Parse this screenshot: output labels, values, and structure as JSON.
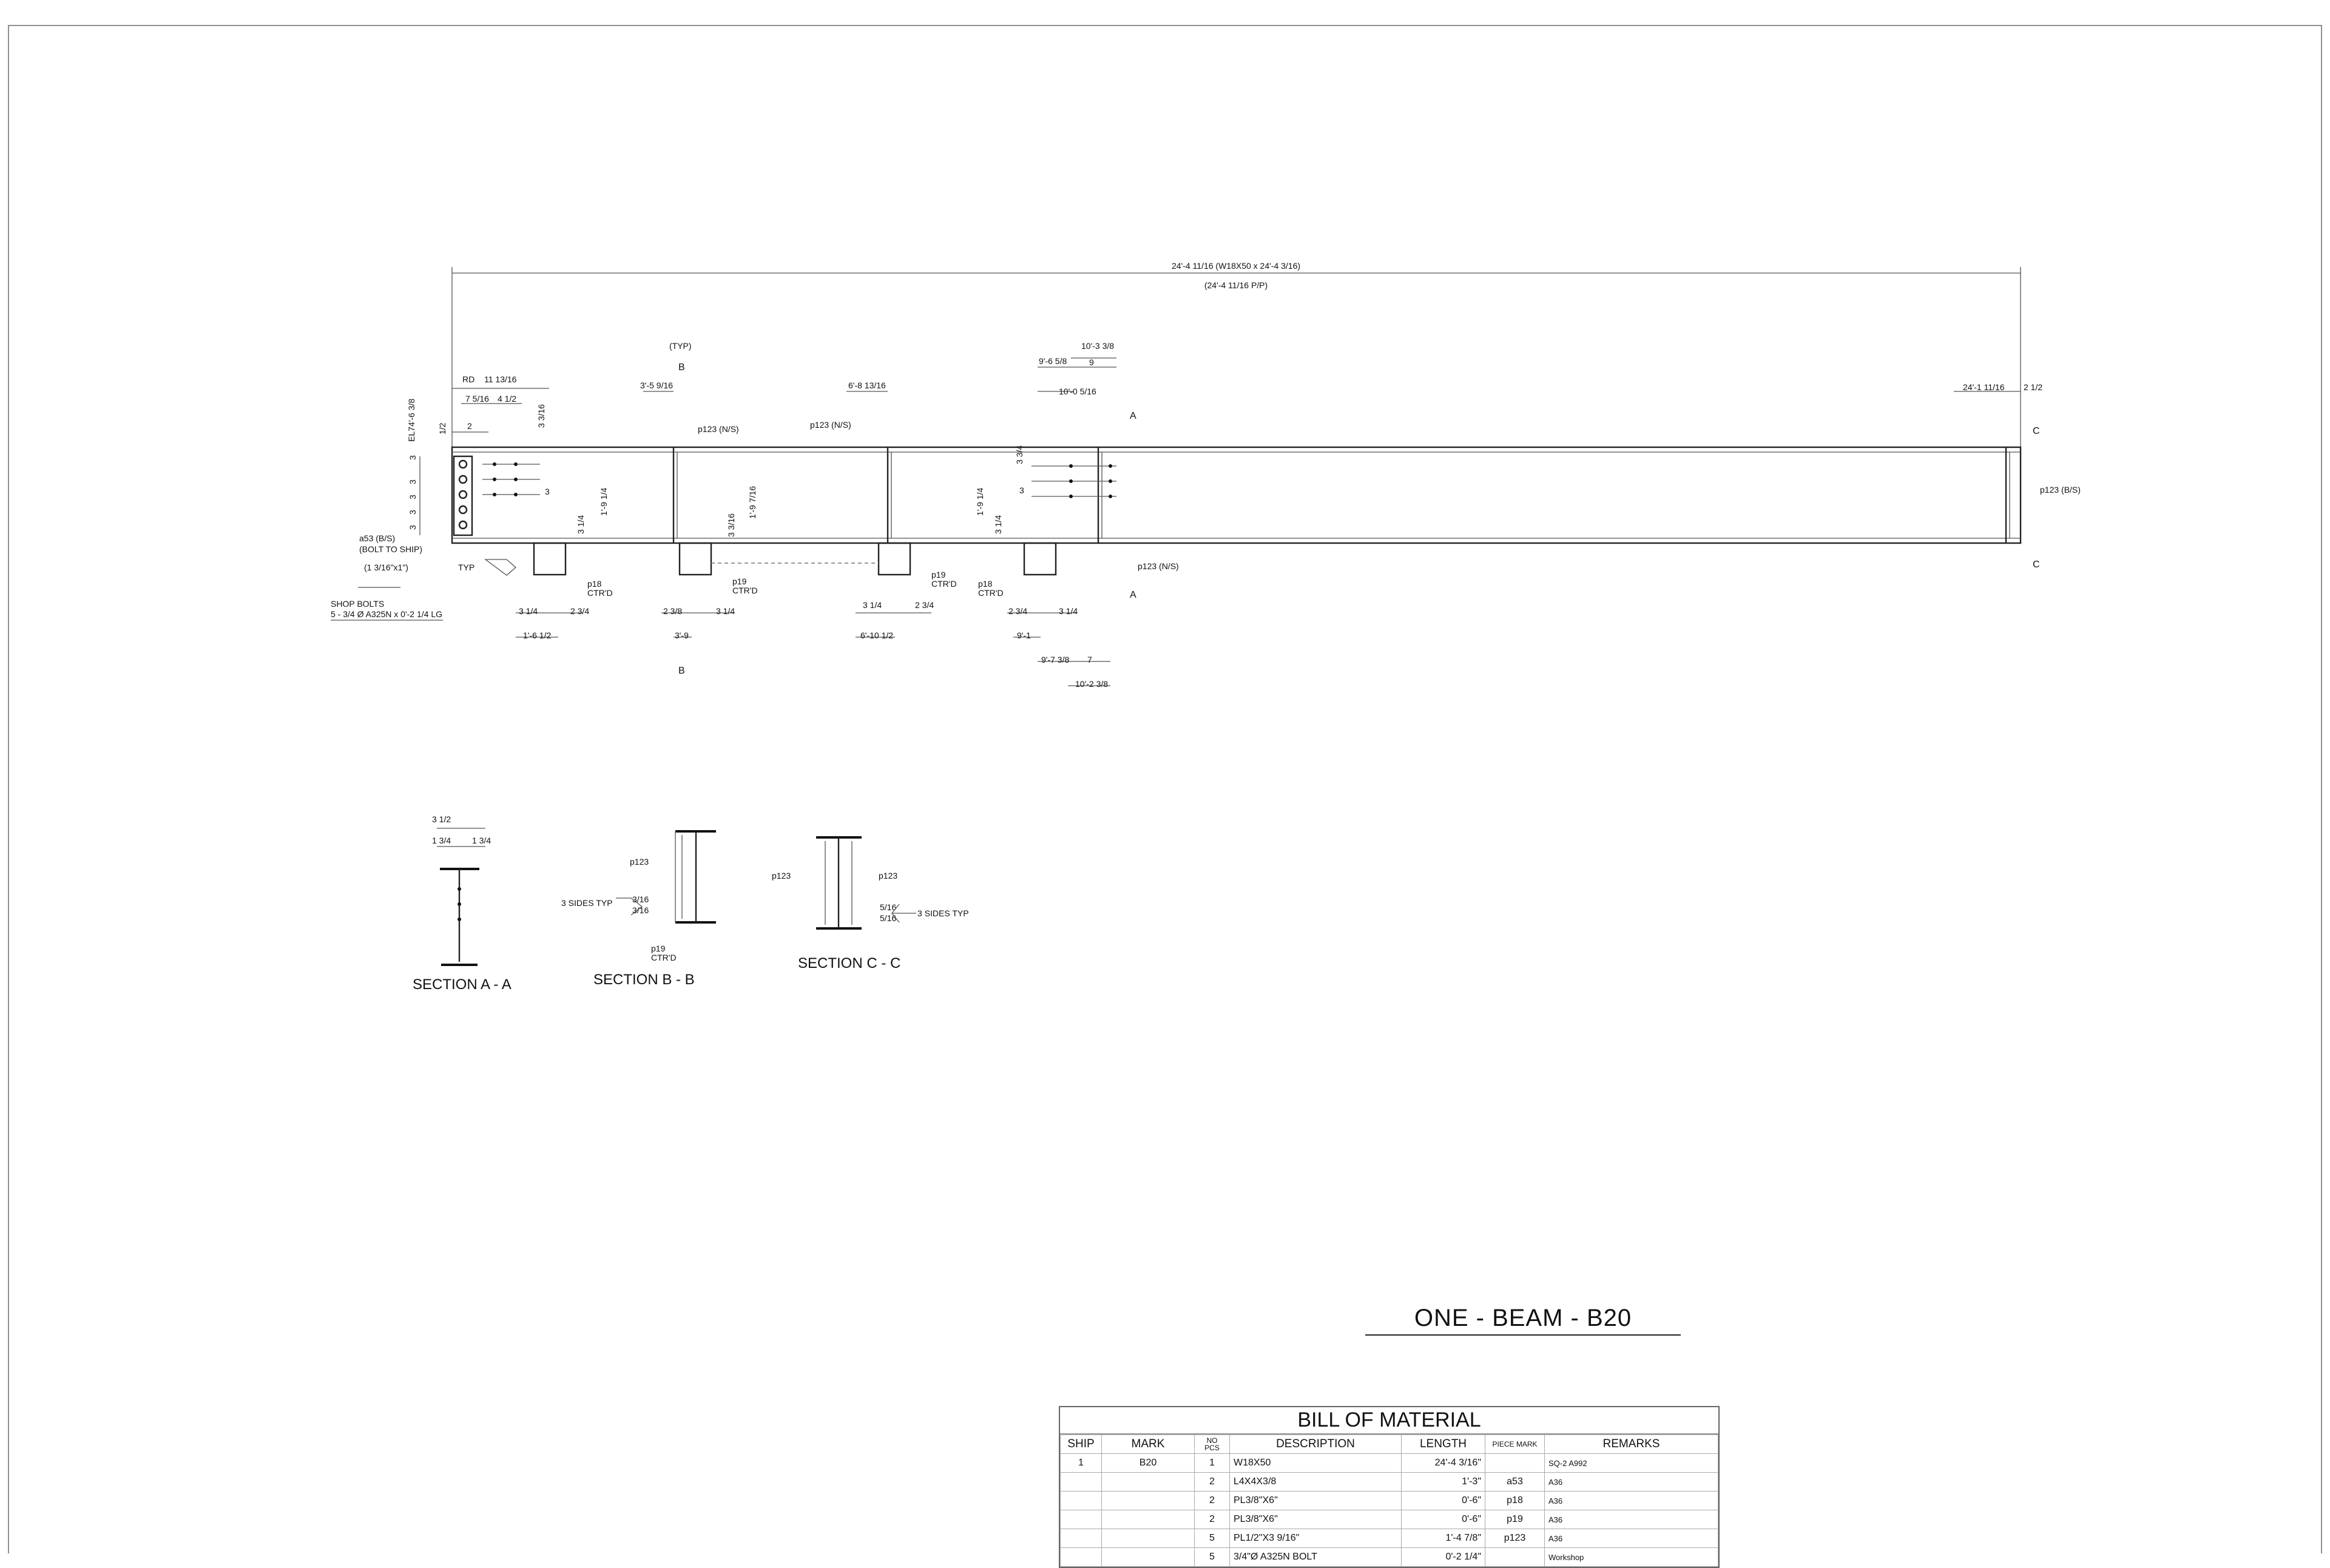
{
  "drawing": {
    "overall_dim": "24'-4 11/16 (W18X50 x 24'-4 3/16)",
    "overall_pp": "(24'-4 11/16 P/P)",
    "typ_note": "(TYP)",
    "dims_top": [
      "RD",
      "11 13/16",
      "7 5/16",
      "4 1/2",
      "2",
      "3 3/16",
      "1/2",
      "EL74'-6 3/8",
      "3'-5 9/16",
      "6'-8 13/16",
      "9'-6 5/8",
      "10'-3 3/8",
      "9",
      "10'-0 5/16",
      "24'-1 11/16",
      "2 1/2"
    ],
    "dims_left": [
      "3",
      "3",
      "3",
      "3",
      "3"
    ],
    "dims_bottom": [
      "3 1/4",
      "2 3/4",
      "1'-6 1/2",
      "2 3/8",
      "3 1/4",
      "3'-9",
      "3 1/4",
      "2 3/4",
      "6'-10 1/2",
      "2 3/4",
      "3 1/4",
      "9'-1",
      "9'-7 3/8",
      "7",
      "10'-2 3/8"
    ],
    "dims_vert": [
      "3 1/4",
      "1'-9 1/4",
      "3 3/16",
      "1'-9 7/16",
      "3 3/4",
      "3",
      "3 1/4",
      "1'-9 1/4",
      "3"
    ],
    "labels": {
      "p123_ns_1": "p123 (N/S)",
      "p123_ns_2": "p123 (N/S)",
      "p123_ns_3": "p123 (N/S)",
      "p123_bs": "p123 (B/S)",
      "a53_1": "a53 (B/S)",
      "a53_2": "(BOLT TO SHIP)",
      "angle": "(1 3/16\"x1\")",
      "shop_bolts_1": "SHOP BOLTS",
      "shop_bolts_2": "5 - 3/4 Ø A325N x 0'-2 1/4 LG",
      "typ": "TYP",
      "p18": "p18",
      "p19": "p19",
      "ctrd": "CTR'D"
    },
    "section_markers": [
      "B",
      "B",
      "A",
      "A",
      "C",
      "C"
    ],
    "sections": {
      "aa": {
        "title": "SECTION A - A",
        "dims": [
          "3 1/2",
          "1 3/4",
          "1 3/4"
        ]
      },
      "bb": {
        "title": "SECTION B - B",
        "p123": "p123",
        "weld": "3 SIDES TYP",
        "w1": "3/16",
        "w2": "3/16",
        "p19": "p19",
        "ctrd": "CTR'D"
      },
      "cc": {
        "title": "SECTION C - C",
        "p123a": "p123",
        "p123b": "p123",
        "w1": "5/16",
        "w2": "5/16",
        "weld": "3 SIDES TYP"
      }
    }
  },
  "title": "ONE - BEAM - B20",
  "bom": {
    "title": "BILL OF MATERIAL",
    "headers": [
      "SHIP",
      "MARK",
      "NO PCS",
      "DESCRIPTION",
      "LENGTH",
      "PIECE MARK",
      "REMARKS"
    ],
    "rows": [
      [
        "1",
        "B20",
        "1",
        "W18X50",
        "24'-4 3/16\"",
        "",
        "SQ-2   A992"
      ],
      [
        "",
        "",
        "2",
        "L4X4X3/8",
        "1'-3\"",
        "a53",
        "A36"
      ],
      [
        "",
        "",
        "2",
        "PL3/8\"X6\"",
        "0'-6\"",
        "p18",
        "A36"
      ],
      [
        "",
        "",
        "2",
        "PL3/8\"X6\"",
        "0'-6\"",
        "p19",
        "A36"
      ],
      [
        "",
        "",
        "5",
        "PL1/2\"X3 9/16\"",
        "1'-4 7/8\"",
        "p123",
        "A36"
      ],
      [
        "",
        "",
        "5",
        "3/4\"Ø A325N BOLT",
        "0'-2 1/4\"",
        "",
        "Workshop"
      ]
    ]
  }
}
